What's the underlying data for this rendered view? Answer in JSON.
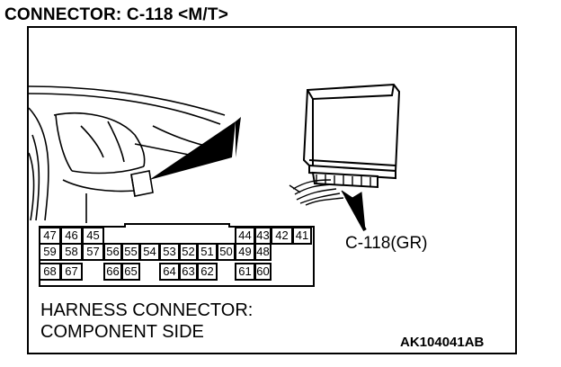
{
  "title": "CONNECTOR: C-118 <M/T>",
  "callout_label": "C-118(GR)",
  "caption": {
    "line1": "HARNESS CONNECTOR:",
    "line2": "COMPONENT SIDE"
  },
  "figure_code": "AK104041AB",
  "connector": {
    "rows": [
      [
        {
          "pin": "47",
          "col": 0
        },
        {
          "pin": "46",
          "col": 1
        },
        {
          "pin": "45",
          "col": 2
        },
        {
          "pin": "44",
          "col": 10
        },
        {
          "pin": "43",
          "col": 11
        },
        {
          "pin": "42",
          "col": 12
        },
        {
          "pin": "41",
          "col": 13
        }
      ],
      [
        {
          "pin": "59",
          "col": 0
        },
        {
          "pin": "58",
          "col": 1
        },
        {
          "pin": "57",
          "col": 2
        },
        {
          "pin": "56",
          "col": 3
        },
        {
          "pin": "55",
          "col": 4
        },
        {
          "pin": "54",
          "col": 5
        },
        {
          "pin": "53",
          "col": 6
        },
        {
          "pin": "52",
          "col": 7
        },
        {
          "pin": "51",
          "col": 8
        },
        {
          "pin": "50",
          "col": 9
        },
        {
          "pin": "49",
          "col": 10
        },
        {
          "pin": "48",
          "col": 11
        }
      ],
      [
        {
          "pin": "68",
          "col": 0
        },
        {
          "pin": "67",
          "col": 1
        },
        {
          "pin": "66",
          "col": 3
        },
        {
          "pin": "65",
          "col": 4
        },
        {
          "pin": "64",
          "col": 6
        },
        {
          "pin": "63",
          "col": 7
        },
        {
          "pin": "62",
          "col": 8
        },
        {
          "pin": "61",
          "col": 10
        },
        {
          "pin": "60",
          "col": 11
        }
      ]
    ]
  }
}
